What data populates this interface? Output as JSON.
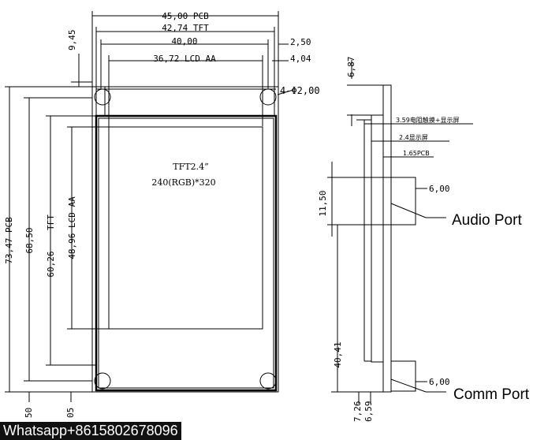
{
  "front_view": {
    "dims": {
      "pcb_width": "45,00 PCB",
      "tft_width": "42,74 TFT",
      "width_40": "40,00",
      "lcd_aa_width": "36,72 LCD AA",
      "offset_9_45": "9,45",
      "offset_2_50": "2,50",
      "offset_4_04": "4,04",
      "hole": "4-Φ2,00",
      "pcb_height": "73,47 PCB",
      "height_68_50": "68,50",
      "tft_height": "60,26",
      "tft_label": "TFT",
      "lcd_aa_height": "48,96 LCD AA",
      "bottom_left_1": "50",
      "bottom_left_2": "05"
    },
    "screen_title": "TFT2.4”",
    "screen_resolution": "240(RGB)*320"
  },
  "side_view": {
    "dims": {
      "top_6_87": "6,87",
      "thickness_total": "3.59电阻触摸+显示屏",
      "thickness_display": "2.4显示屏",
      "thickness_pcb": "1.65PCB",
      "audio_offset": "11,50",
      "audio_width": "6,00",
      "comm_offset": "40,41",
      "comm_width": "6,00",
      "bottom_7_26": "7,26",
      "bottom_6_59": "6,59"
    },
    "audio_port": "Audio Port",
    "comm_port": "Comm Port"
  },
  "watermark": "Whatsapp+8615802678096"
}
